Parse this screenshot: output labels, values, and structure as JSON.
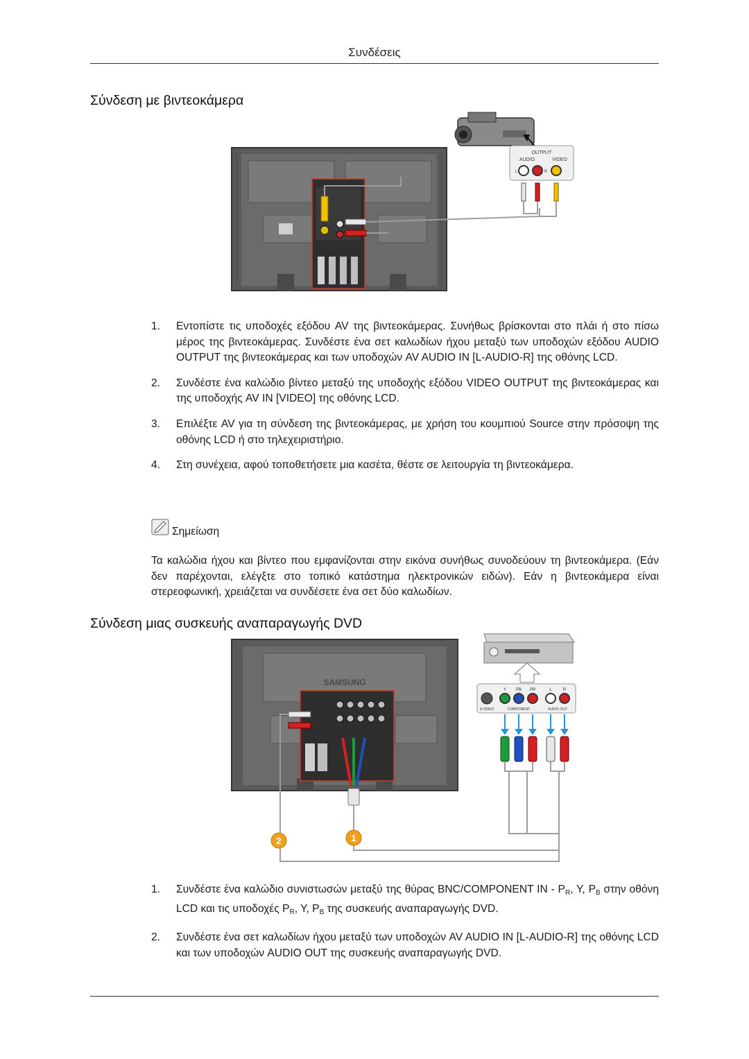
{
  "header": {
    "running_title": "Συνδέσεις"
  },
  "sections": [
    {
      "title": "Σύνδεση με βιντεοκάμερα",
      "figure": {
        "output_panel": {
          "title": "OUTPUT",
          "audio": "AUDIO",
          "video": "VIDEO",
          "l": "L",
          "r": "R"
        }
      },
      "steps": [
        {
          "num": "1.",
          "text": "Εντοπίστε τις υποδοχές εξόδου AV της βιντεοκάμερας. Συνήθως βρίσκονται στο πλάι ή στο πίσω μέρος της βιντεοκάμερας. Συνδέστε ένα σετ καλωδίων ήχου μεταξύ των υποδοχών εξόδου AUDIO OUTPUT της βιντεοκάμερας και των υποδοχών AV AUDIO IN [L-AUDIO-R] της οθόνης LCD."
        },
        {
          "num": "2.",
          "text": "Συνδέστε ένα καλώδιο βίντεο μεταξύ της υποδοχής εξόδου VIDEO OUTPUT της βιντεοκάμερας και της υποδοχής AV IN [VIDEO] της οθόνης LCD."
        },
        {
          "num": "3.",
          "text": "Επιλέξτε AV για τη σύνδεση της βιντεοκάμερας, με χρήση του κουμπιού Source στην πρόσοψη της οθόνης LCD ή στο τηλεχειριστήριο."
        },
        {
          "num": "4.",
          "text": "Στη συνέχεια, αφού τοποθετήσετε μια κασέτα, θέστε σε λειτουργία τη βιντεοκάμερα."
        }
      ],
      "note": {
        "label": "Σημείωση",
        "text": "Τα καλώδια ήχου και βίντεο που εμφανίζονται στην εικόνα συνήθως συνοδεύουν τη βιντεοκάμερα. (Εάν δεν παρέχονται, ελέγξτε στο τοπικό κατάστημα ηλεκτρονικών ειδών). Εάν η βιντεοκάμερα είναι στερεοφωνική, χρειάζεται να συνδέσετε ένα σετ δύο καλωδίων."
      }
    },
    {
      "title": "Σύνδεση μιας συσκευής αναπαραγωγής DVD",
      "figure": {
        "brand": "SAMSUNG",
        "jacks": {
          "y": "Y",
          "pr": "PR",
          "pb": "PB",
          "l": "L",
          "r": "R"
        },
        "groups": {
          "svideo": "S-VIDEO",
          "component": "COMPONENT",
          "audio_out": "AUDIO OUT"
        },
        "badges": {
          "one": "1",
          "two": "2"
        }
      },
      "steps": [
        {
          "num": "1.",
          "pre": "Συνδέστε ένα καλώδιο συνιστωσών μεταξύ της θύρας BNC/COMPONENT IN - P",
          "s1": "R",
          "mid1": ", Y, P",
          "s2": "B",
          "mid2": " στην οθόνη LCD και τις υποδοχές P",
          "s3": "R",
          "mid3": ", Y, P",
          "s4": "B",
          "post": " της συσκευής αναπαραγωγής DVD."
        },
        {
          "num": "2.",
          "text": "Συνδέστε ένα σετ καλωδίων ήχου μεταξύ των υποδοχών AV AUDIO IN [L-AUDIO-R] της οθόνης LCD και των υποδοχών AUDIO OUT της συσκευής αναπαραγωγής DVD."
        }
      ]
    }
  ],
  "colors": {
    "cable_yellow": "#f2c200",
    "cable_red": "#d42020",
    "cable_white": "#f0f0f0",
    "cable_green": "#1f9a3a",
    "cable_blue": "#1f50c0",
    "badge": "#f0a020",
    "highlight_box": "#c0402a",
    "arrow_blue": "#2d8fd8"
  }
}
